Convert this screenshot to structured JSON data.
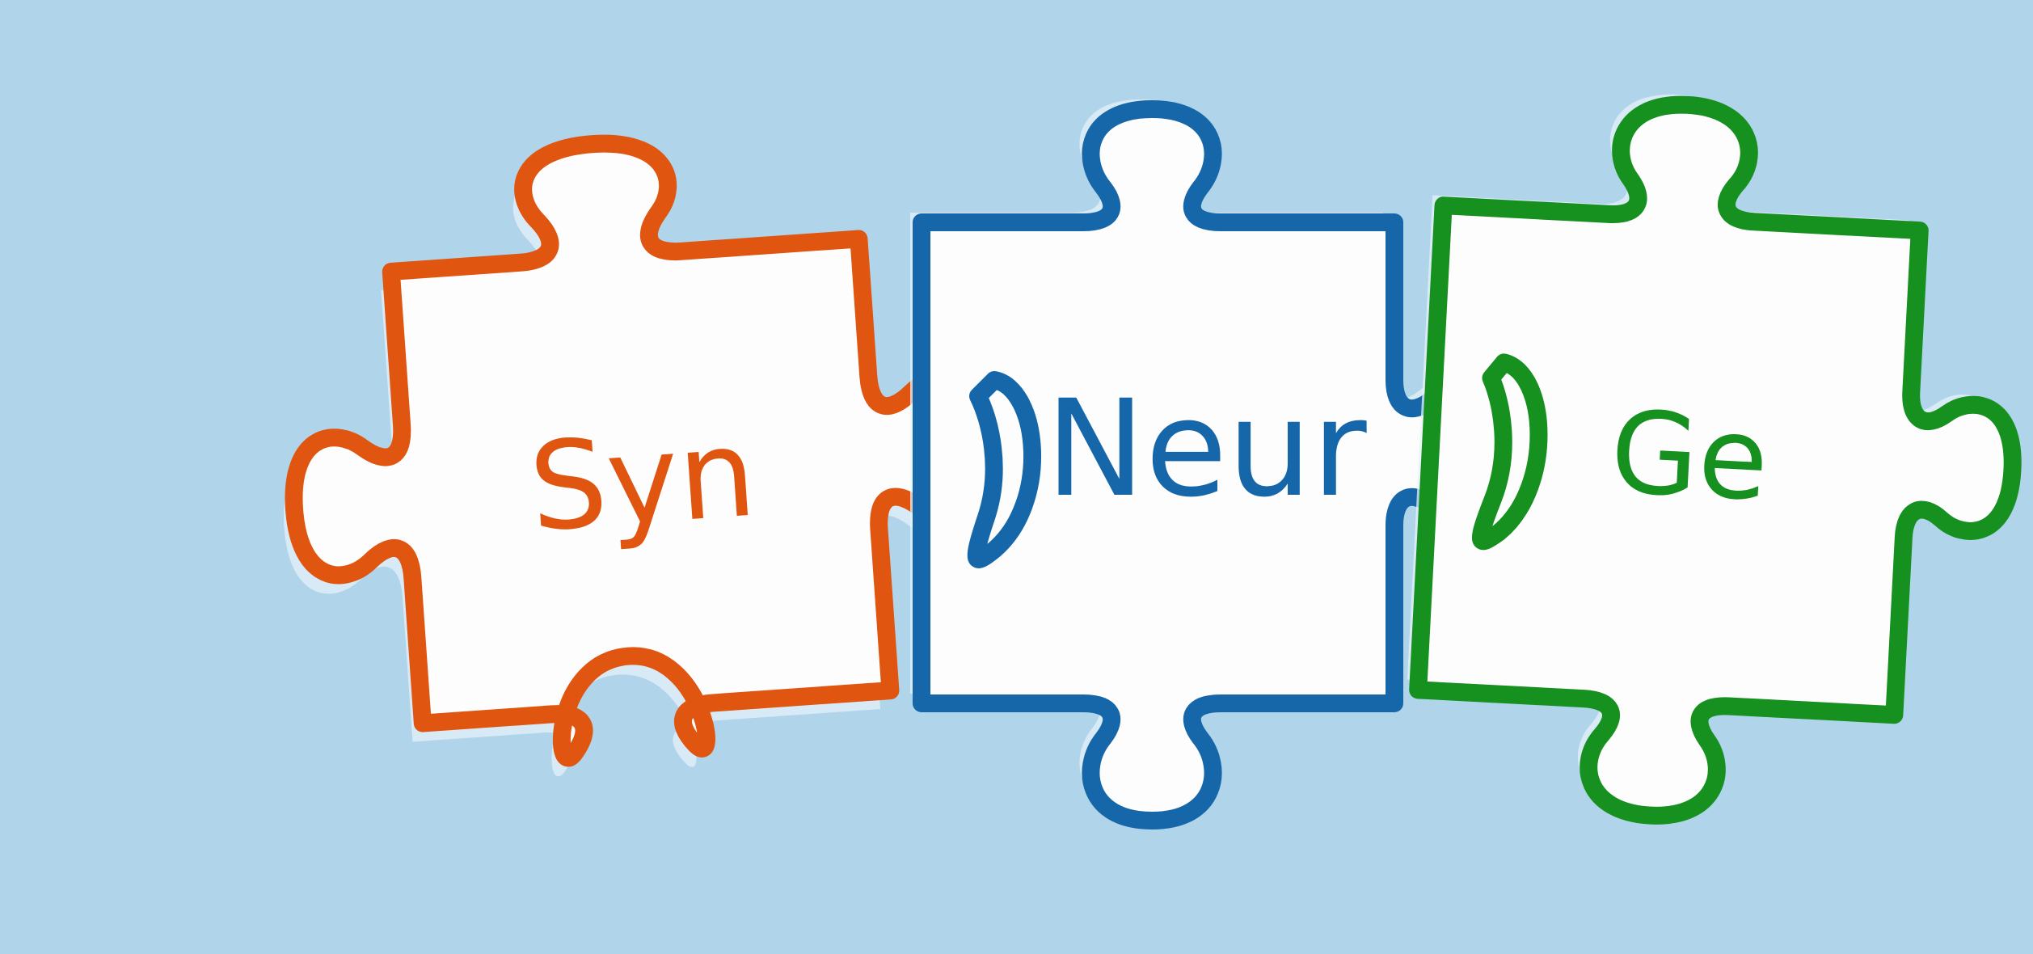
{
  "background_color": "#b0d4ea",
  "pieces": [
    {
      "id": "syn",
      "label": "Syn",
      "color": "#e0550f"
    },
    {
      "id": "neur",
      "label": "Neur",
      "color": "#1567aa"
    },
    {
      "id": "ge",
      "label": "Ge",
      "color": "#16901f"
    }
  ]
}
